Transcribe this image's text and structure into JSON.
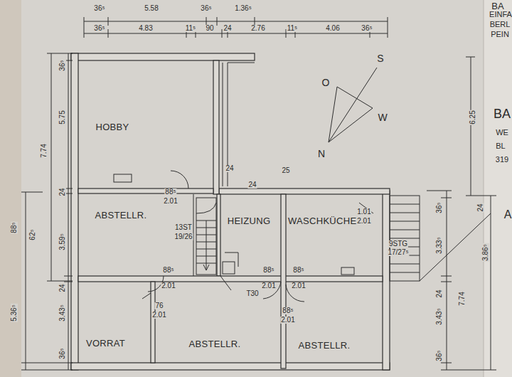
{
  "diagram": {
    "nodes": [
      {
        "text": [
          "HOBBY"
        ]
      },
      {
        "text": [
          "ABSTELLR."
        ]
      },
      {
        "text": [
          "HEIZUNG"
        ]
      },
      {
        "text": [
          "WASCHKÜCHE"
        ]
      },
      {
        "text": [
          "VORRAT"
        ]
      },
      {
        "text": [
          "ABSTELLR."
        ]
      },
      {
        "text": [
          "ABSTELLR."
        ]
      }
    ],
    "labels": [
      "36⁵",
      "5.58",
      "36⁵",
      "1.36⁵",
      "36⁵",
      "4.83",
      "11⁵",
      "90",
      "24",
      "2.76",
      "11⁵",
      "4.06",
      "36⁵",
      "36⁵",
      "5.75",
      "7.74",
      "24",
      "88⁵",
      "62⁵",
      "3.59⁵",
      "24",
      "5.36⁵",
      "3.43⁵",
      "36⁵",
      "6.25",
      "36⁵",
      "24",
      "3.33⁵",
      "3.86⁵",
      "7.74",
      "24",
      "3.43⁵",
      "36⁵",
      "24",
      "24",
      "25",
      "88⁵",
      "2.01",
      "13ST",
      "19/26",
      "1.01",
      "2.01",
      "9STG",
      "17/27⁵",
      "88⁵",
      "2.01",
      "88⁵",
      "2.01",
      "88⁵",
      "2.01",
      "T30",
      "76",
      "2.01",
      "88⁵",
      "2.01",
      "S",
      "O",
      "W",
      "N",
      "BA",
      "EINFA",
      "BERL",
      "PEIN",
      "BA",
      "WE",
      "BL",
      "319",
      "A"
    ]
  }
}
